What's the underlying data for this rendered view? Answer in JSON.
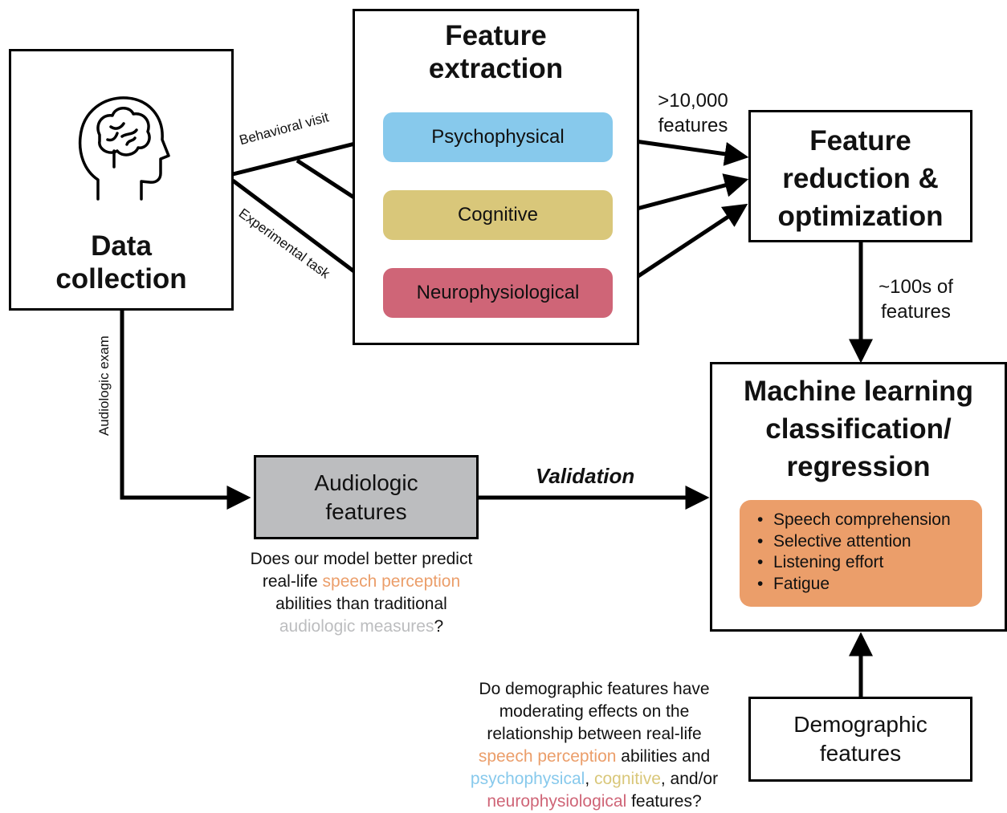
{
  "data_collection": {
    "title_line1": "Data",
    "title_line2": "collection"
  },
  "feature_extraction": {
    "title_line1": "Feature",
    "title_line2": "extraction",
    "categories": [
      {
        "label": "Psychophysical",
        "color": "#87c9ec"
      },
      {
        "label": "Cognitive",
        "color": "#d9c77a"
      },
      {
        "label": "Neurophysiological",
        "color": "#cf6577"
      }
    ]
  },
  "edge_labels": {
    "behavioral_visit": "Behavioral visit",
    "experimental_task": "Experimental task",
    "audiologic_exam": "Audiologic exam",
    "features_count_line1": ">10,000",
    "features_count_line2": "features",
    "reduced_line1": "~100s of",
    "reduced_line2": "features",
    "validation": "Validation"
  },
  "feature_reduction": {
    "line1": "Feature",
    "line2": "reduction &",
    "line3": "optimization"
  },
  "machine_learning": {
    "line1": "Machine learning",
    "line2": "classification/",
    "line3": "regression",
    "outcomes": [
      "Speech comprehension",
      "Selective attention",
      "Listening effort",
      "Fatigue"
    ],
    "outcomes_color": "#eb9e6a"
  },
  "audiologic_features": {
    "line1": "Audiologic",
    "line2": "features",
    "fill": "#bcbdbf"
  },
  "demographic_features": {
    "line1": "Demographic",
    "line2": "features"
  },
  "question_validation": {
    "p1": "Does our model better predict",
    "p2": "real-life ",
    "p3": "speech perception",
    "p4": "abilities than traditional",
    "p5": "audiologic measures",
    "p6": "?"
  },
  "question_demographic": {
    "p1": "Do demographic features have",
    "p2": "moderating effects on the",
    "p3": "relationship between real-life",
    "p4": "speech perception",
    "p5": " abilities and",
    "p6": "psychophysical",
    "p7": ", ",
    "p8": "cognitive",
    "p9": ", and/or",
    "p10": "neurophysiological",
    "p11": " features?"
  },
  "colors": {
    "speech_perception": "#eb9e6a",
    "psychophysical": "#87c9ec",
    "cognitive": "#d9c77a",
    "neurophysiological": "#cf6577",
    "audiologic": "#bcbdbf"
  }
}
